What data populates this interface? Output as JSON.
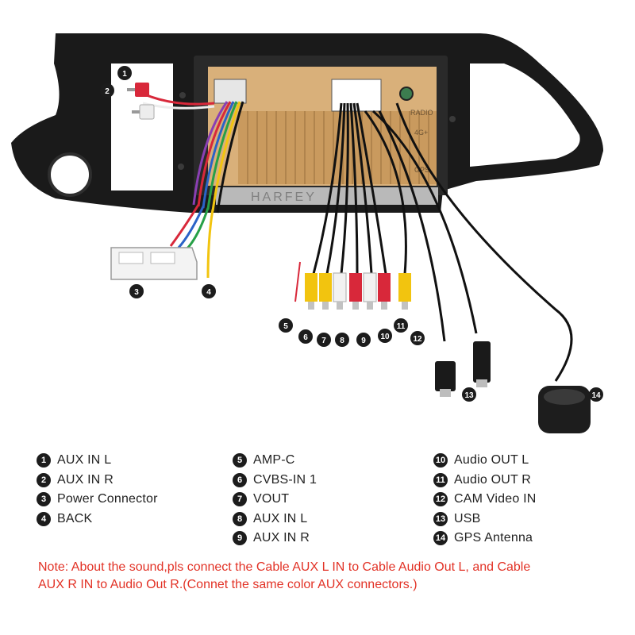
{
  "unit_label": {
    "brand": "HARFEY",
    "port_labels": [
      "RADIO",
      "4G+",
      "GPS"
    ]
  },
  "callouts": [
    "1",
    "2",
    "3",
    "4",
    "5",
    "6",
    "7",
    "8",
    "9",
    "10",
    "11",
    "12",
    "13",
    "14"
  ],
  "legend": {
    "columns": [
      [
        {
          "num": "1",
          "label": "AUX IN L"
        },
        {
          "num": "2",
          "label": "AUX IN R"
        },
        {
          "num": "3",
          "label": "Power Connector"
        },
        {
          "num": "4",
          "label": "BACK"
        }
      ],
      [
        {
          "num": "5",
          "label": "AMP-C"
        },
        {
          "num": "6",
          "label": "CVBS-IN 1"
        },
        {
          "num": "7",
          "label": "VOUT"
        },
        {
          "num": "8",
          "label": "AUX IN L"
        },
        {
          "num": "9",
          "label": "AUX IN R"
        }
      ],
      [
        {
          "num": "10",
          "label": "Audio OUT L"
        },
        {
          "num": "11",
          "label": "Audio OUT R"
        },
        {
          "num": "12",
          "label": "CAM Video IN"
        },
        {
          "num": "13",
          "label": "USB"
        },
        {
          "num": "14",
          "label": "GPS Antenna"
        }
      ]
    ]
  },
  "note": {
    "line1": "Note: About the sound,pls connect the Cable AUX L IN to Cable Audio Out L, and Cable",
    "line2": "AUX R IN to  Audio Out R.(Connet the same color AUX connectors.)"
  },
  "colors": {
    "frame": "#1a1a1a",
    "unit_body": "#d9b07a",
    "unit_fins": "#c99a5e",
    "rca_yellow": "#f2c40f",
    "rca_red": "#d8283a",
    "rca_white": "#f2f2f2",
    "cable": "#111111",
    "note_text": "#e23226",
    "badge": "#1c1c1c"
  }
}
